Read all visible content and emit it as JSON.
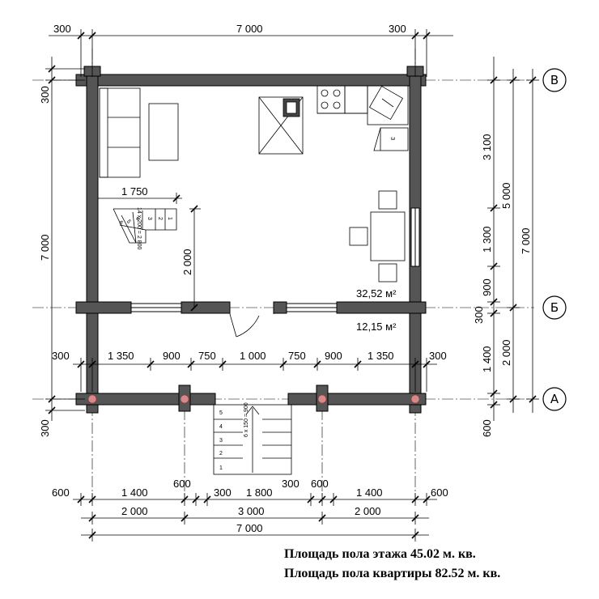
{
  "dimensions": {
    "top_left": "300",
    "top_middle": "7 000",
    "top_right": "300",
    "left_top": "300",
    "left_main": "7 000",
    "left_bottom": "300",
    "stair_width": "1 750",
    "stair_height": "2 000",
    "row_300_left": "300",
    "row_1350_left": "1 350",
    "row_900_left": "900",
    "row_750_left": "750",
    "row_1000": "1 000",
    "row_750_right": "750",
    "row_900_right": "900",
    "row_1350_right": "1 350",
    "row_300_right": "300",
    "bottom_600_left": "600",
    "bottom_1400_left": "1 400",
    "bottom_600_a": "600",
    "bottom_300_a": "300",
    "bottom_1800": "1 800",
    "bottom_300_b": "300",
    "bottom_600_b": "600",
    "bottom_1400_right": "1 400",
    "bottom_600_right": "600",
    "bottom_2000_left": "2 000",
    "bottom_3000": "3 000",
    "bottom_2000_right": "2 000",
    "bottom_total": "7 000",
    "right_3100": "3 100",
    "right_1300": "1 300",
    "right_900": "900",
    "right_300": "300",
    "right_1400": "1 400",
    "right_600": "600",
    "right_5000": "5 000",
    "right_2000": "2 000",
    "right_7000": "7 000"
  },
  "rooms": {
    "main_area": "32,52 м²",
    "veranda_area": "12,15 м²"
  },
  "axes": {
    "top": "В",
    "middle": "Б",
    "bottom": "А"
  },
  "stairs": {
    "inner_steps": [
      "1",
      "2",
      "3",
      "4",
      "5",
      "6"
    ],
    "inner_note": "14 x 200 = 2 800",
    "porch_steps": [
      "1",
      "2",
      "3",
      "4",
      "5"
    ],
    "porch_note": "6 x 150 = 900"
  },
  "appliance_label": "З",
  "captions": {
    "floor_area": "Площадь пола этажа 45.02 м. кв.",
    "apartment_area": "Площадь пола квартиры 82.52 м. кв."
  }
}
